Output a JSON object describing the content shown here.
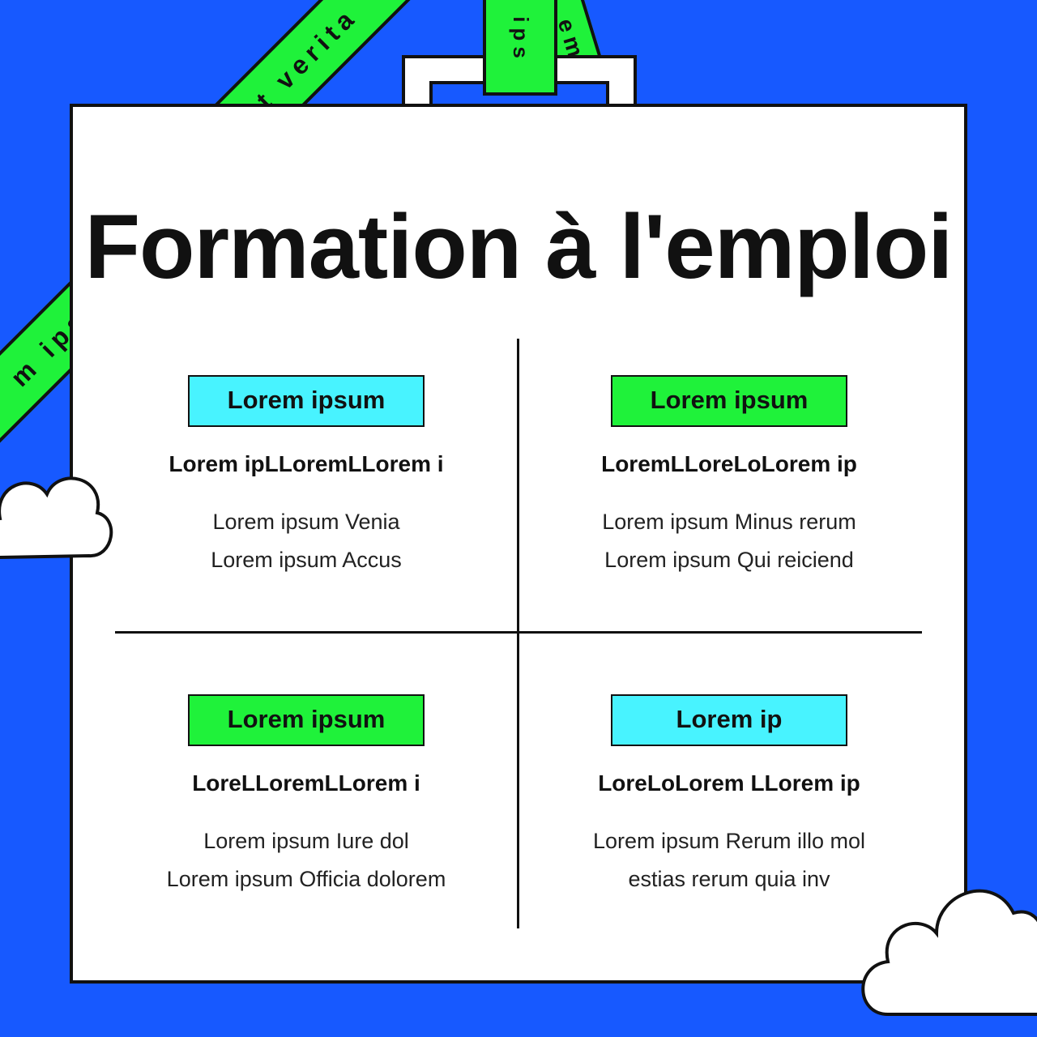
{
  "ribbons": {
    "top_left": "et verita",
    "left": "m ipsu",
    "clip": "ips",
    "top_right": "em"
  },
  "title": "Formation à l'emploi",
  "cells": [
    {
      "tag": "Lorem ipsum",
      "tag_color": "#48F3FF",
      "subtitle": "Lorem ipLLoremLLorem i",
      "lines": [
        "Lorem ipsum Venia",
        "Lorem ipsum Accus"
      ]
    },
    {
      "tag": "Lorem ipsum",
      "tag_color": "#1FF23A",
      "subtitle": "LoremLLoreLoLorem ip",
      "lines": [
        "Lorem ipsum Minus rerum",
        "Lorem ipsum Qui reiciend"
      ]
    },
    {
      "tag": "Lorem ipsum",
      "tag_color": "#1FF23A",
      "subtitle": "LoreLLoremLLorem i",
      "lines": [
        "Lorem ipsum Iure dol",
        "Lorem ipsum Officia dolorem"
      ]
    },
    {
      "tag": "Lorem ip",
      "tag_color": "#48F3FF",
      "subtitle": "LoreLoLorem LLorem ip",
      "lines": [
        "Lorem ipsum Rerum illo mol",
        "estias rerum quia inv"
      ]
    }
  ],
  "colors": {
    "background": "#1759FF",
    "ribbon": "#1FF23A",
    "cyan": "#48F3FF",
    "green": "#1FF23A"
  },
  "decorations": [
    "cloud-icon",
    "cloud-icon"
  ]
}
